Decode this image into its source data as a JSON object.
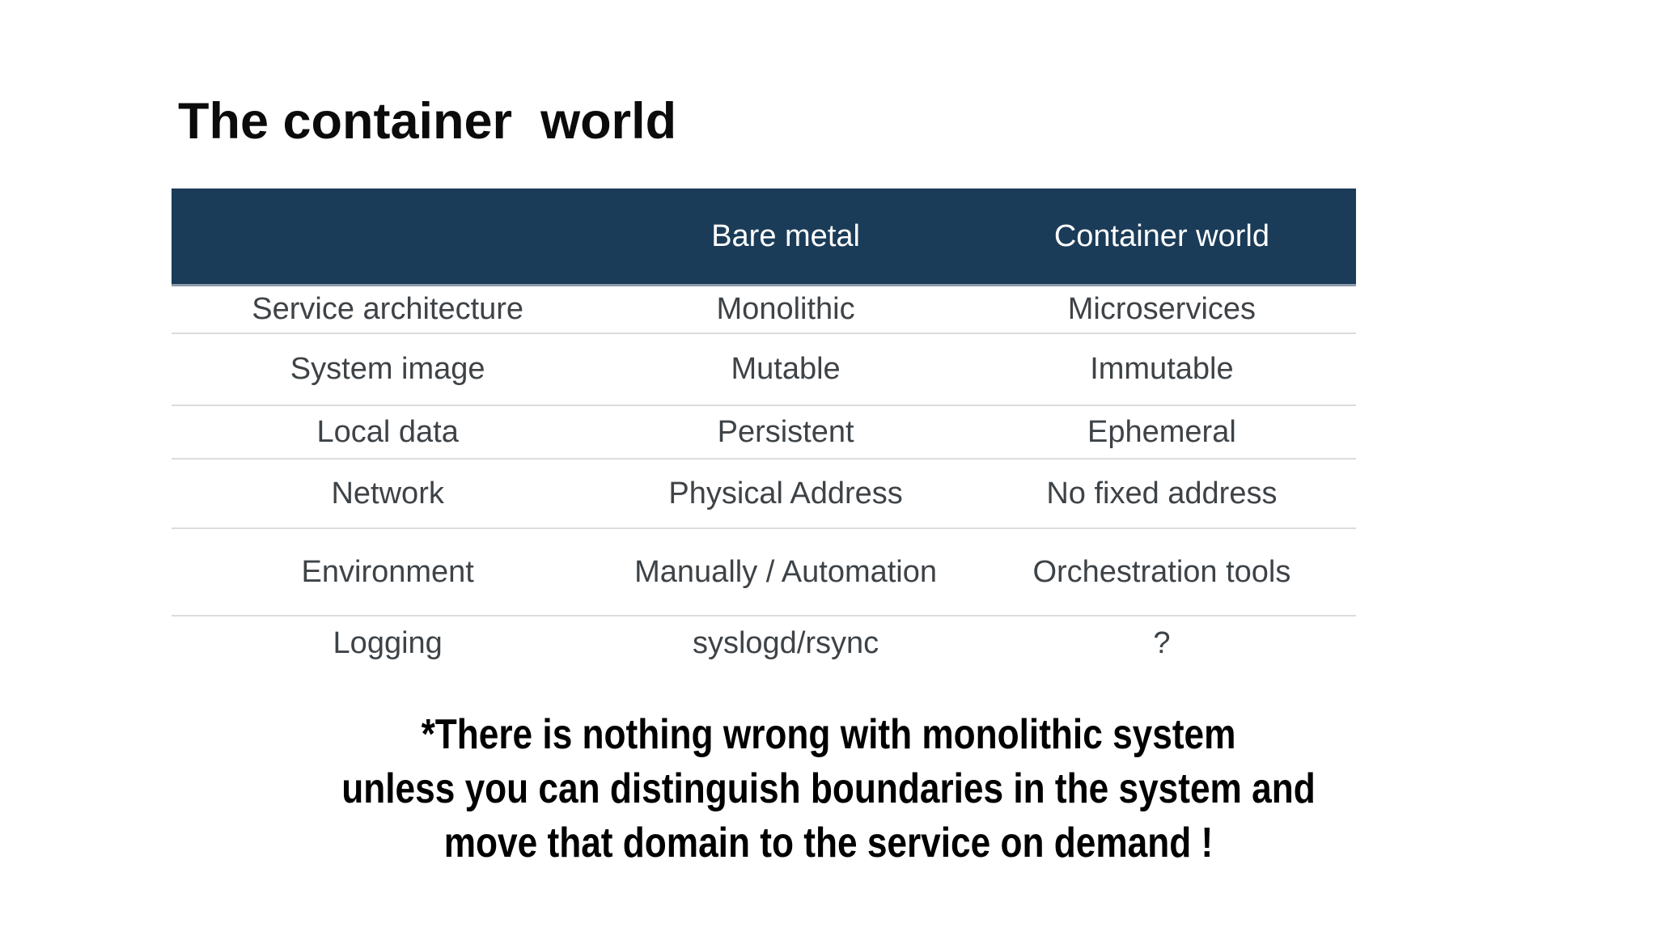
{
  "slide": {
    "title": "The container  world",
    "table": {
      "columns": [
        "",
        "Bare metal",
        "Container world"
      ],
      "rows": [
        {
          "label": "Service architecture",
          "bare_metal": "Monolithic",
          "container_world": "Microservices"
        },
        {
          "label": "System image",
          "bare_metal": "Mutable",
          "container_world": "Immutable"
        },
        {
          "label": "Local data",
          "bare_metal": "Persistent",
          "container_world": "Ephemeral"
        },
        {
          "label": "Network",
          "bare_metal": "Physical Address",
          "container_world": "No fixed address"
        },
        {
          "label": "Environment",
          "bare_metal": "Manually / Automation",
          "container_world": "Orchestration tools"
        },
        {
          "label": "Logging",
          "bare_metal": "syslogd/rsync",
          "container_world": "?"
        }
      ]
    },
    "note_lines": [
      "*There is nothing wrong with monolithic system",
      "unless you can distinguish boundaries in the system and",
      "move that domain to the service on demand !"
    ],
    "colors": {
      "header_bg": "#1b3c58",
      "header_text": "#ffffff",
      "header_border": "#8d9cab",
      "body_text": "#3e4347",
      "divider": "#dcdcdc",
      "background": "#ffffff",
      "title_text": "#0b0b0b",
      "note_text": "#000000"
    }
  }
}
